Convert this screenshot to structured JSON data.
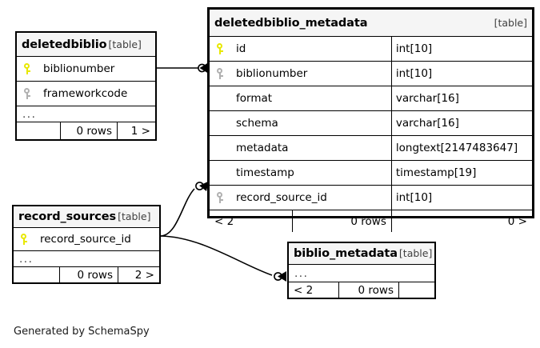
{
  "diagram": {
    "type": "database-schema-er-diagram",
    "generator_credit": "Generated by SchemaSpy",
    "table_tag": "[table]",
    "ellipsis": "...",
    "colors": {
      "background": "#ffffff",
      "border": "#000000",
      "title_background": "#f5f5f5",
      "primary_key_icon": "#e8e800",
      "foreign_key_icon": "#b0b0b0",
      "edge": "#000000"
    }
  },
  "tables": {
    "deletedbiblio_metadata": {
      "name": "deletedbiblio_metadata",
      "tag": "[table]",
      "emphasis": true,
      "columns": [
        {
          "key": "primary",
          "name": "id",
          "type": "int[10]"
        },
        {
          "key": "foreign",
          "name": "biblionumber",
          "type": "int[10]"
        },
        {
          "key": "none",
          "name": "format",
          "type": "varchar[16]"
        },
        {
          "key": "none",
          "name": "schema",
          "type": "varchar[16]"
        },
        {
          "key": "none",
          "name": "metadata",
          "type": "longtext[2147483647]"
        },
        {
          "key": "none",
          "name": "timestamp",
          "type": "timestamp[19]"
        },
        {
          "key": "foreign",
          "name": "record_source_id",
          "type": "int[10]"
        }
      ],
      "footer": {
        "left": "< 2",
        "middle": "0 rows",
        "right": "0 >"
      }
    },
    "deletedbiblio": {
      "name": "deletedbiblio",
      "tag": "[table]",
      "emphasis": false,
      "columns": [
        {
          "key": "primary",
          "name": "biblionumber",
          "type": ""
        },
        {
          "key": "foreign",
          "name": "frameworkcode",
          "type": ""
        }
      ],
      "has_ellipsis_row": true,
      "footer": {
        "left": "",
        "middle": "0 rows",
        "right": "1 >"
      }
    },
    "record_sources": {
      "name": "record_sources",
      "tag": "[table]",
      "emphasis": false,
      "columns": [
        {
          "key": "primary",
          "name": "record_source_id",
          "type": ""
        }
      ],
      "has_ellipsis_row": true,
      "footer": {
        "left": "",
        "middle": "0 rows",
        "right": "2 >"
      }
    },
    "biblio_metadata": {
      "name": "biblio_metadata",
      "tag": "[table]",
      "emphasis": false,
      "columns": [],
      "has_ellipsis_row": true,
      "footer": {
        "left": "< 2",
        "middle": "0 rows",
        "right": ""
      }
    }
  },
  "relationships": [
    {
      "name": "deletedbiblio-to-deletedbiblio_metadata",
      "from_table": "deletedbiblio",
      "from_column": "biblionumber",
      "to_table": "deletedbiblio_metadata",
      "to_column": "biblionumber"
    },
    {
      "name": "record_sources-to-deletedbiblio_metadata",
      "from_table": "record_sources",
      "from_column": "record_source_id",
      "to_table": "deletedbiblio_metadata",
      "to_column": "record_source_id"
    },
    {
      "name": "record_sources-to-biblio_metadata",
      "from_table": "record_sources",
      "from_column": "record_source_id",
      "to_table": "biblio_metadata",
      "to_column": ""
    }
  ]
}
